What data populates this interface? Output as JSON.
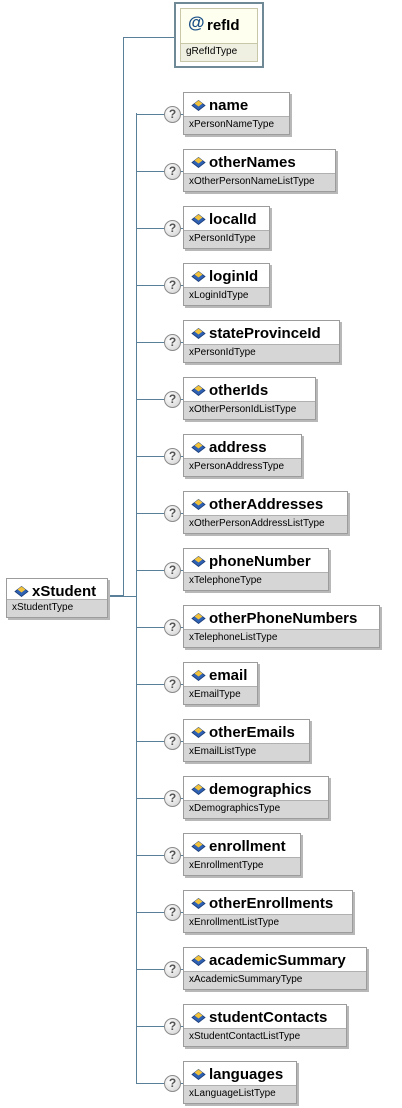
{
  "root": {
    "name": "xStudent",
    "type": "xStudentType"
  },
  "attribute": {
    "symbol": "@",
    "name": "refId",
    "type": "gRefIdType"
  },
  "optional_marker": "?",
  "icons": {
    "element": "element-diamond-icon",
    "attribute": "attribute-at-icon",
    "optional": "question-mark-icon"
  },
  "colors": {
    "connector": "#5a7f99",
    "type_band": "#d6d6d6",
    "attribute_bg": "#fffff0",
    "attribute_symbol": "#1a4f86"
  },
  "children": [
    {
      "name": "name",
      "type": "xPersonNameType"
    },
    {
      "name": "otherNames",
      "type": "xOtherPersonNameListType"
    },
    {
      "name": "localId",
      "type": "xPersonIdType"
    },
    {
      "name": "loginId",
      "type": "xLoginIdType"
    },
    {
      "name": "stateProvinceId",
      "type": "xPersonIdType"
    },
    {
      "name": "otherIds",
      "type": "xOtherPersonIdListType"
    },
    {
      "name": "address",
      "type": "xPersonAddressType"
    },
    {
      "name": "otherAddresses",
      "type": "xOtherPersonAddressListType"
    },
    {
      "name": "phoneNumber",
      "type": "xTelephoneType"
    },
    {
      "name": "otherPhoneNumbers",
      "type": "xTelephoneListType"
    },
    {
      "name": "email",
      "type": "xEmailType"
    },
    {
      "name": "otherEmails",
      "type": "xEmailListType"
    },
    {
      "name": "demographics",
      "type": "xDemographicsType"
    },
    {
      "name": "enrollment",
      "type": "xEnrollmentType"
    },
    {
      "name": "otherEnrollments",
      "type": "xEnrollmentListType"
    },
    {
      "name": "academicSummary",
      "type": "xAcademicSummaryType"
    },
    {
      "name": "studentContacts",
      "type": "xStudentContactListType"
    },
    {
      "name": "languages",
      "type": "xLanguageListType"
    }
  ]
}
